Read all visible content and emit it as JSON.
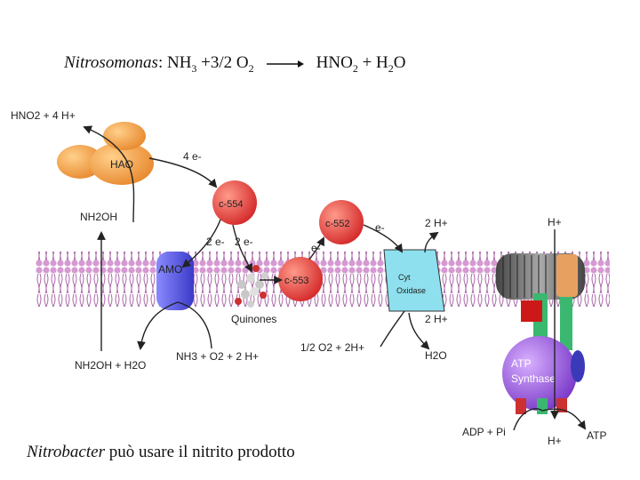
{
  "equation": {
    "organism": "Nitrosomonas",
    "colon": ":",
    "lhs_nh": "NH",
    "lhs_nh_sub": "3",
    "lhs_plus": "+3/2 O",
    "lhs_o_sub": "2",
    "rhs_hno": "HNO",
    "rhs_hno_sub": "2",
    "rhs_plus": "+ H",
    "rhs_h_sub": "2",
    "rhs_o": "O"
  },
  "caption": {
    "organism": "Nitrobacter",
    "text": " può usare il nitrito prodotto"
  },
  "labels": {
    "hno2_top": "HNO2 + 4 H+",
    "hao": "HAO",
    "four_e": "4 e-",
    "c554": "c-554",
    "nh2oh": "NH2OH",
    "two_e_a": "2 e-",
    "two_e_b": "2 e-",
    "c552": "c-552",
    "e_right": "e-",
    "e_left": "e-",
    "two_h_top": "2 H+",
    "h_plus_top": "H+",
    "amo": "AMO",
    "c553": "c-553",
    "cyt_oxidase_1": "Cyt",
    "cyt_oxidase_2": "Oxidase",
    "quinones": "Quinones",
    "two_h_bottom": "2 H+",
    "nh2oh_h2o": "NH2OH + H2O",
    "nh3_o2": "NH3 + O2 + 2 H+",
    "half_o2": "1/2 O2 + 2H+",
    "h2o": "H2O",
    "atp_synthase_1": "ATP",
    "atp_synthase_2": "Synthase",
    "adp_pi": "ADP + Pi",
    "h_plus_bottom": "H+",
    "atp": "ATP"
  },
  "colors": {
    "membrane": "#d9a2d6",
    "hao": "#f0a050",
    "cytochrome": "#e83a3a",
    "amo": "#6a6ae8",
    "cyt_oxidase": "#8ee0ee",
    "atp_synthase": "#9a5ad8",
    "channel": "#3ab870",
    "rotor": "#707070"
  }
}
